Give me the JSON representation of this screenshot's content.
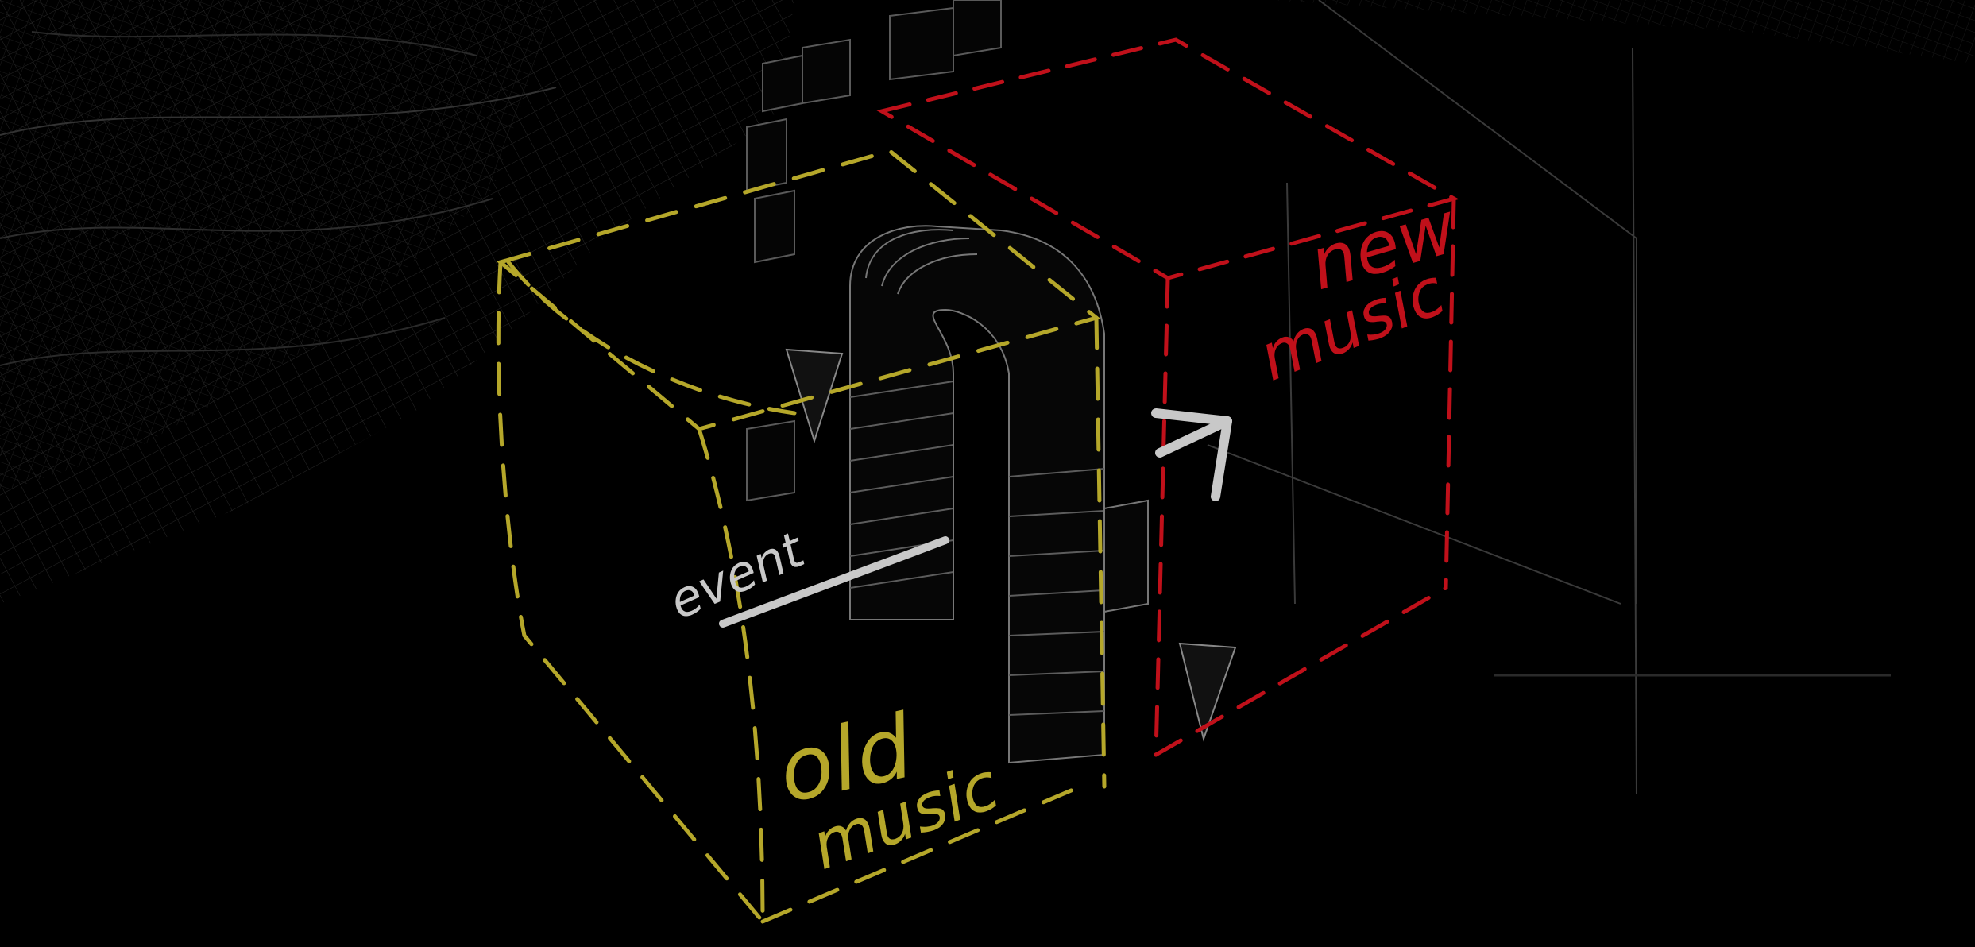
{
  "diagram": {
    "background_color": "#000000",
    "wireframe_color": "#6a6a6a",
    "old_zone": {
      "label_line1": "old",
      "label_line2": "music",
      "color": "#b5a72a"
    },
    "new_zone": {
      "label_line1": "new",
      "label_line2": "music",
      "color": "#c0101a"
    },
    "trigger": {
      "label": "event",
      "color": "#c8c8c8"
    },
    "transition_arrow": {
      "color": "#c8c8c8",
      "icon": "arrow-up-right-icon"
    }
  }
}
